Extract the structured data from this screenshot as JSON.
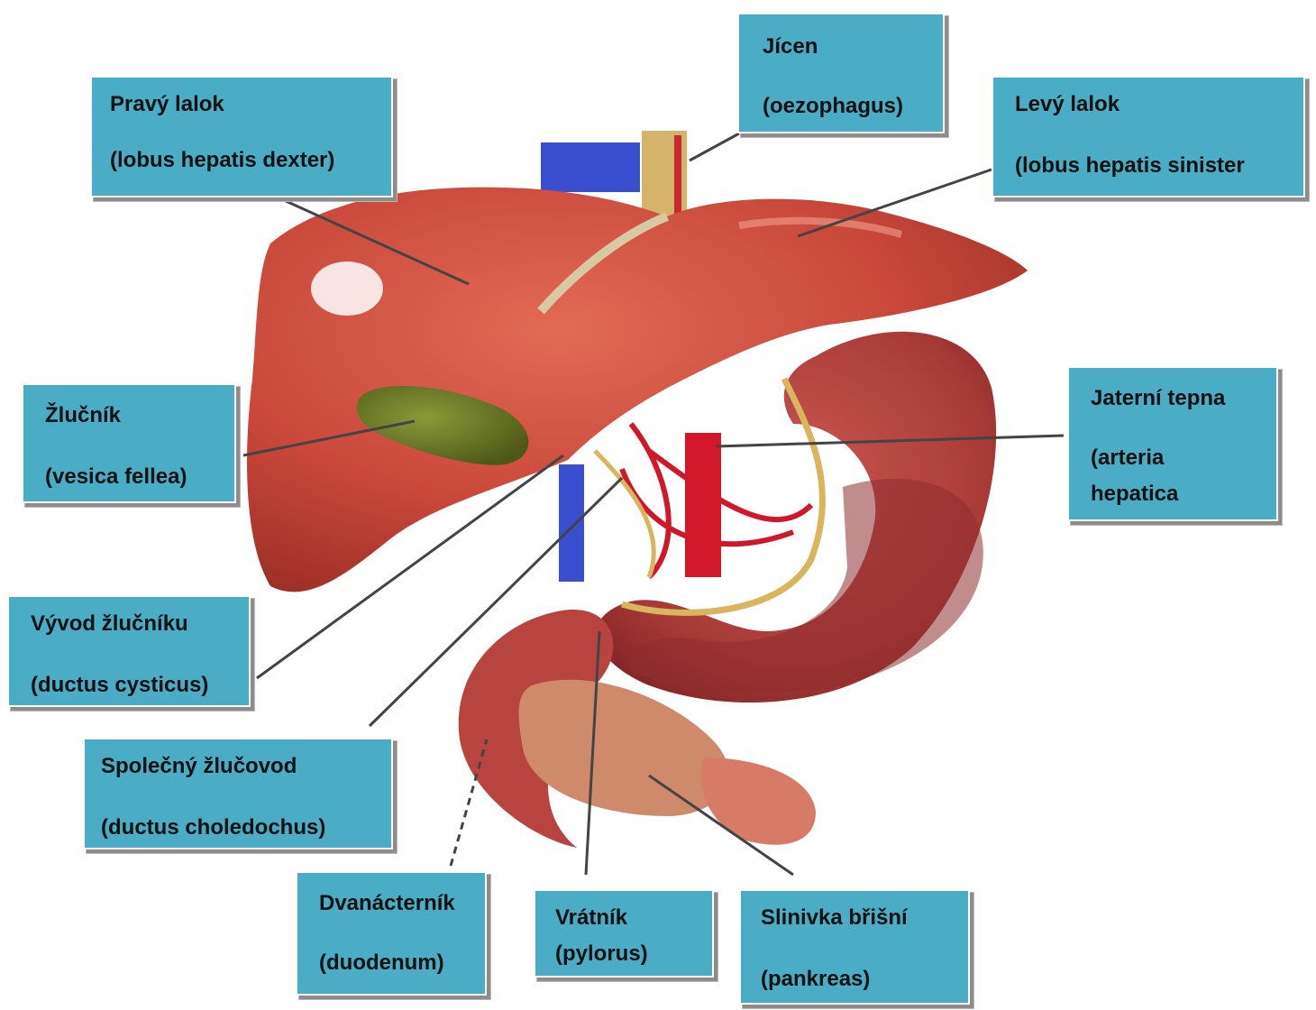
{
  "colors": {
    "box": "#4bacc6",
    "liver": "#c8473a",
    "gallbladder": "#6b7a22",
    "vein": "#3a4fd0",
    "artery": "#d0182a",
    "stomach": "#b84440",
    "pancreas": "#cf8a6c",
    "leader": "#444444"
  },
  "labels": {
    "pravy_lalok": {
      "line1": "Pravý lalok",
      "line2": "(lobus hepatis dexter)"
    },
    "jicen": {
      "line1": "Jícen",
      "line2": "(oezophagus)"
    },
    "levy_lalok": {
      "line1": "Levý lalok",
      "line2": "(lobus  hepatis sinister"
    },
    "zlucnik": {
      "line1": "Žlučník",
      "line2": "(vesica fellea)"
    },
    "jaterni_tepna": {
      "line1": "Jaterní tepna",
      "line2": "(arteria",
      "line3": "hepatica"
    },
    "vyvod_zlucniku": {
      "line1": "Vývod žlučníku",
      "line2": "(ductus cysticus)"
    },
    "spolecny_zlucovod": {
      "line1": "Společný žlučovod",
      "line2": "(ductus choledochus)"
    },
    "dvanacternik": {
      "line1": "Dvanácterník",
      "line2": "(duodenum)"
    },
    "vratnik": {
      "line1": "Vrátník",
      "line2": "(pylorus)"
    },
    "slinivka": {
      "line1": "Slinivka břišní",
      "line2": "(pankreas)"
    }
  }
}
